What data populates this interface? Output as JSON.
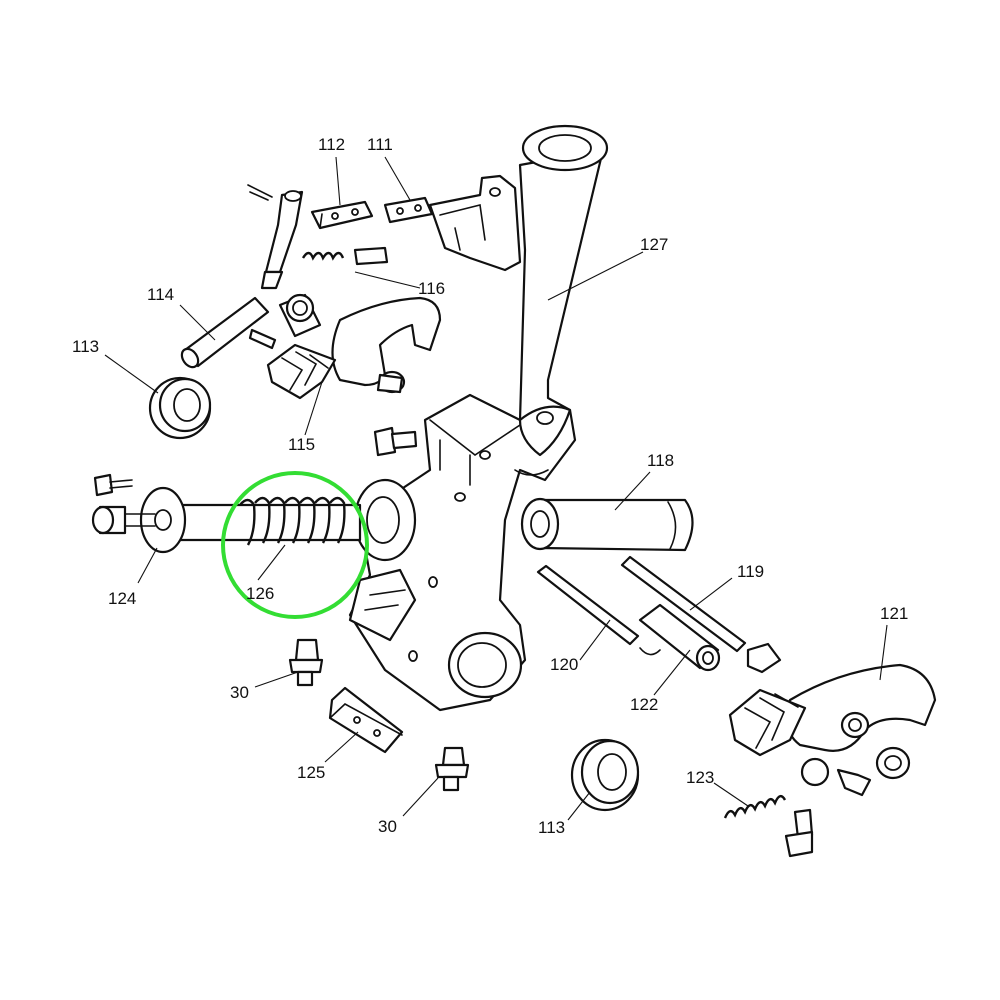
{
  "diagram": {
    "callouts": {
      "c111": "111",
      "c112": "112",
      "c113a": "113",
      "c113b": "113",
      "c114": "114",
      "c115": "115",
      "c116": "116",
      "c118": "118",
      "c119": "119",
      "c120": "120",
      "c121": "121",
      "c122": "122",
      "c123": "123",
      "c124": "124",
      "c125": "125",
      "c126": "126",
      "c127": "127",
      "c30a": "30",
      "c30b": "30"
    },
    "highlight": {
      "target": "126",
      "color": "#33dd33"
    }
  }
}
